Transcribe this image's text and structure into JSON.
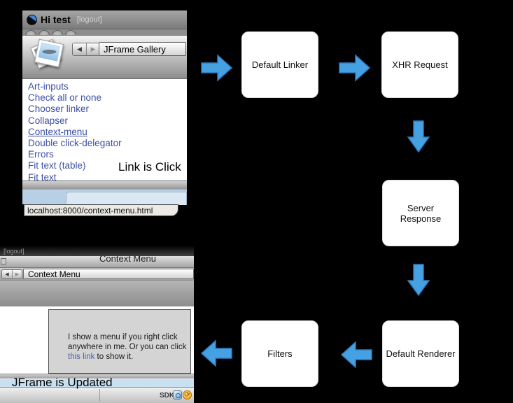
{
  "colors": {
    "arrow_fill": "#46a1e2",
    "arrow_border": "#2b7cc2",
    "link_blue": "#3c50a2",
    "content_link_blue": "#4a5fa5",
    "status_blue": "#c9e0f1"
  },
  "diagram": {
    "boxes": [
      {
        "id": "default_linker",
        "label": "Default Linker"
      },
      {
        "id": "xhr_request",
        "label": "XHR Request"
      },
      {
        "id": "server_response",
        "label": "Server Response"
      },
      {
        "id": "default_renderer",
        "label": "Default Renderer"
      },
      {
        "id": "filters",
        "label": "Filters"
      }
    ]
  },
  "captions": {
    "link_clicked": "Link is Click",
    "jframe_updated": "JFrame is Updated"
  },
  "browser_top": {
    "title": "Hi test",
    "logout": "[logout]",
    "back_glyph": "◀",
    "forward_glyph": "▶",
    "nav_title": "JFrame Gallery",
    "links": [
      "Art-inputs",
      "Check all or none",
      "Chooser linker",
      "Collapser",
      "Context-menu",
      "Double click-delegator",
      "Errors",
      "Fit text (table)",
      "Fit text"
    ],
    "status_url": "localhost:8000/context-menu.html"
  },
  "browser_bottom": {
    "logout": "[logout]",
    "window_title": "Context Menu",
    "back_glyph": "◀",
    "forward_glyph": "▶",
    "nav_title": "Context Menu",
    "content_line1": "I show a menu if you right click",
    "content_line2": "anywhere in me. Or you can click",
    "content_link": "this link",
    "content_line3_rest": " to show it.",
    "sdk_label": "SDK",
    "sync_glyph": "⟳"
  }
}
